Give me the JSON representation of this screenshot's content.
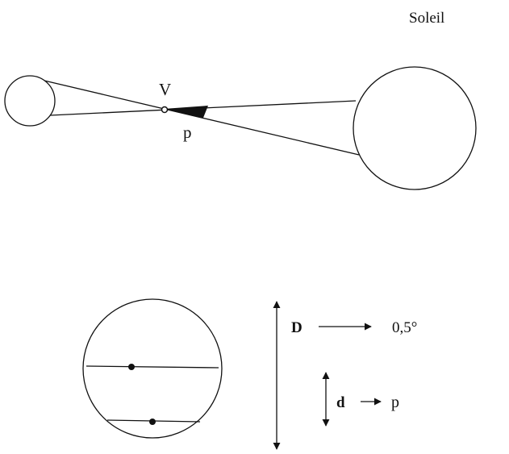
{
  "labels": {
    "sun": "Soleil",
    "venus": "V",
    "parallax_top": "p",
    "big_diameter": "D",
    "sun_angle": "0,5°",
    "small_distance": "d",
    "parallax_bottom": "p"
  },
  "colors": {
    "stroke": "#111111",
    "background": "#ffffff"
  }
}
